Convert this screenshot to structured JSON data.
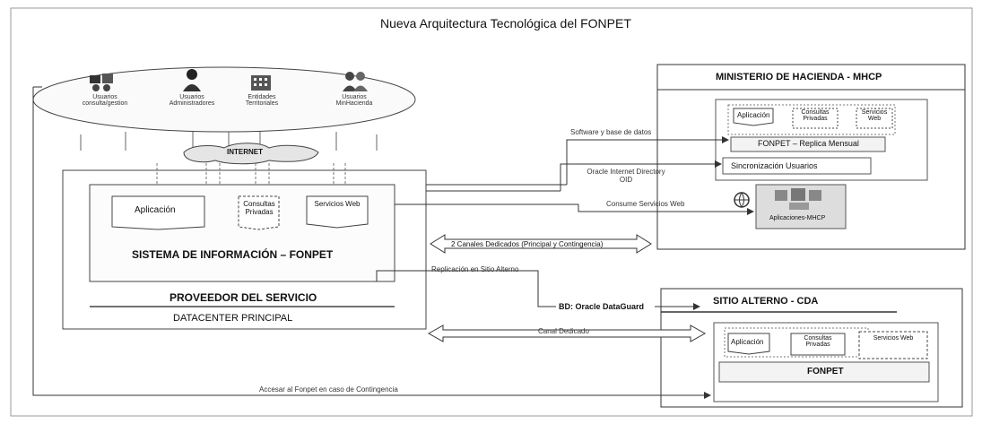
{
  "title": "Nueva Arquitectura Tecnológica del FONPET",
  "users": {
    "u1": "Usuarios consulta/gestion",
    "u2": "Usuarios Administradores",
    "u3": "Entidades Territoriales",
    "u4": "Usuarios MinHacienda"
  },
  "internet": "INTERNET",
  "main": {
    "aplicacion": "Aplicación",
    "consultas": "Consultas Privadas",
    "servicios": "Servicios Web",
    "sistema": "SISTEMA DE INFORMACIÓN – FONPET",
    "proveedor": "PROVEEDOR DEL SERVICIO",
    "datacenter": "DATACENTER PRINCIPAL"
  },
  "mhcp": {
    "title": "MINISTERIO DE HACIENDA - MHCP",
    "aplicacion": "Aplicación",
    "consultas": "Consultas Privadas",
    "servicios": "Servicios Web",
    "replica": "FONPET – Replica Mensual",
    "sincronizacion": "Sincronización Usuarios",
    "apps": "Aplicaciones-MHCP"
  },
  "cda": {
    "title": "SITIO ALTERNO - CDA",
    "aplicacion": "Aplicación",
    "consultas": "Consultas Privadas",
    "servicios": "Servicios Web",
    "fonpet": "FONPET"
  },
  "links": {
    "software": "Software y base de datos",
    "oracle_oid": "Oracle Internet Directory OID",
    "consume": "Consume Servicios Web",
    "canales": "2 Canales Dedicados (Principal y Contingencia)",
    "replicacion": "Replicación en Sitio Alterno",
    "dataguard": "BD: Oracle DataGuard",
    "canal": "Canal Dedicado",
    "contingencia": "Accesar al Fonpet en caso de Contingencia"
  }
}
